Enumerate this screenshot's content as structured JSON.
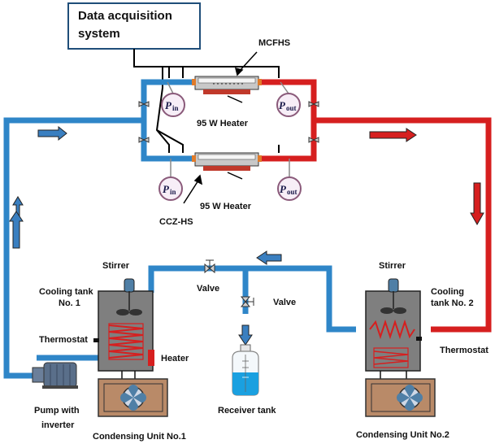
{
  "labels": {
    "das_line1": "Data acquisition",
    "das_line2": "system",
    "mcfhs": "MCFHS",
    "ccz_hs": "CCZ-HS",
    "heater_top": "95 W Heater",
    "heater_bottom": "95 W Heater",
    "stirrer_left": "Stirrer",
    "stirrer_right": "Stirrer",
    "cooling_tank_1_line1": "Cooling tank",
    "cooling_tank_1_line2": "No. 1",
    "cooling_tank_2_line1": "Cooling",
    "cooling_tank_2_line2": "tank No. 2",
    "thermostat_left": "Thermostat",
    "thermostat_right": "Thermostat",
    "heater_tank": "Heater",
    "valve_1": "Valve",
    "valve_2": "Valve",
    "receiver_tank": "Receiver tank",
    "pump_line1": "Pump with",
    "pump_line2": "inverter",
    "condensing_unit_1": "Condensing Unit No.1",
    "condensing_unit_2": "Condensing Unit No.2"
  },
  "gauges": {
    "p_symbol": "P",
    "in_sub": "in",
    "out_sub": "out"
  },
  "colors": {
    "cold_pipe": "#2f86c8",
    "hot_pipe": "#d61f1f",
    "tank_fill": "#7f7f7f",
    "condenser_fill": "#b98a68",
    "water": "#1aa0e0"
  }
}
